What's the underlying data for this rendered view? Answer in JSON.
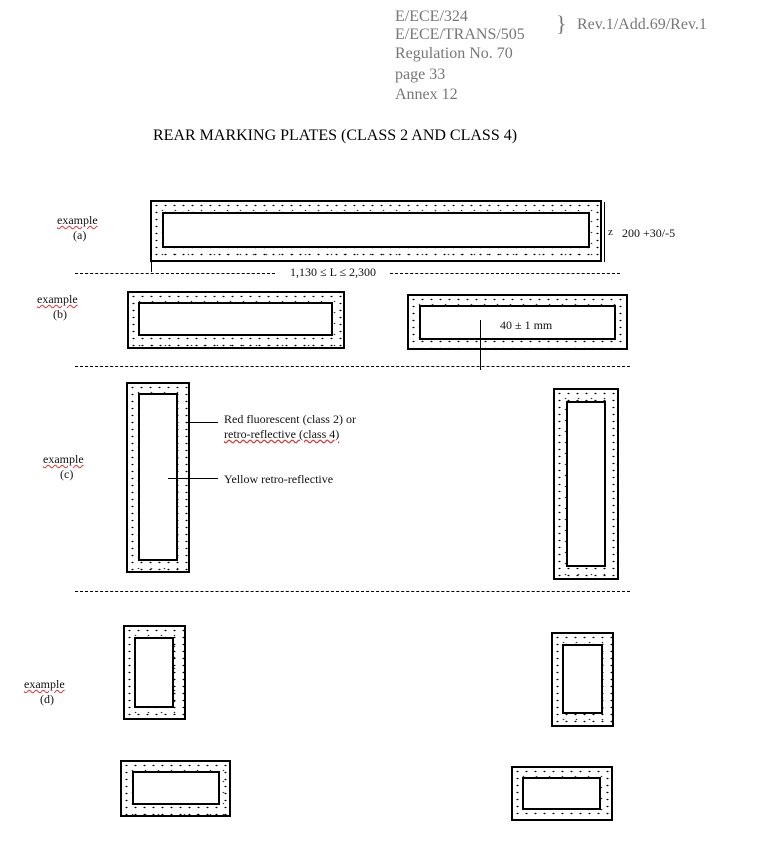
{
  "header": {
    "lines": [
      "E/ECE/324",
      "E/ECE/TRANS/505",
      "Regulation No. 70",
      "page 33",
      "Annex 12"
    ],
    "brace": "}",
    "revision": "Rev.1/Add.69/Rev.1"
  },
  "title": "REAR MARKING PLATES (CLASS 2 AND CLASS 4)",
  "examples": [
    {
      "word": "example",
      "id": "(a)"
    },
    {
      "word": "example",
      "id": "(b)"
    },
    {
      "word": "example",
      "id": "(c)"
    },
    {
      "word": "example",
      "id": "(d)"
    }
  ],
  "dimensions": {
    "height_symbol": "z",
    "height": "200 +30/-5",
    "length": "1,130 ≤ L ≤ 2,300",
    "border": "40 ± 1 mm"
  },
  "labels": {
    "outer_line1": "Red fluorescent (class 2) or",
    "outer_line2": "retro-reflective (class 4)",
    "inner": "Yellow retro-reflective"
  }
}
